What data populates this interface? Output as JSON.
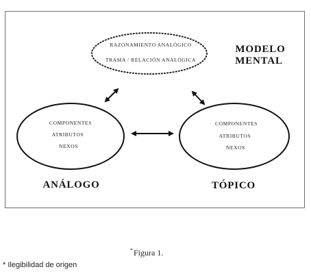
{
  "diagram": {
    "top_node": {
      "line1": "RAZONAMIENTO ANALÓGICO",
      "line2": "TRAMA / RELACIÓN ANALÓGICA"
    },
    "model_label": {
      "line1": "MODELO",
      "line2": "MENTAL"
    },
    "left_node": {
      "items": [
        "COMPONENTES",
        "ATRIBUTOS",
        "NEXOS"
      ],
      "label": "ANÁLOGO"
    },
    "right_node": {
      "items": [
        "COMPONENTES",
        "ATRIBUTOS",
        "NEXOS"
      ],
      "label": "TÓPICO"
    }
  },
  "caption": {
    "marker": "*",
    "text": "Figura 1."
  },
  "footnote": "* Ilegibilidad de origen"
}
